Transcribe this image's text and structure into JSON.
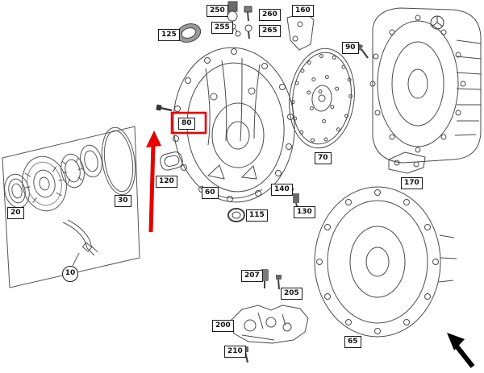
{
  "diagram": {
    "type": "exploded-parts-diagram",
    "highlight": {
      "part_label": "80",
      "color": "#e60000"
    },
    "parts": [
      {
        "label": "250"
      },
      {
        "label": "255"
      },
      {
        "label": "260"
      },
      {
        "label": "265"
      },
      {
        "label": "160"
      },
      {
        "label": "125"
      },
      {
        "label": "90"
      },
      {
        "label": "80",
        "highlighted": true
      },
      {
        "label": "120"
      },
      {
        "label": "60"
      },
      {
        "label": "115"
      },
      {
        "label": "140"
      },
      {
        "label": "130"
      },
      {
        "label": "70"
      },
      {
        "label": "170"
      },
      {
        "label": "30"
      },
      {
        "label": "20"
      },
      {
        "label": "10"
      },
      {
        "label": "207"
      },
      {
        "label": "205"
      },
      {
        "label": "200"
      },
      {
        "label": "210"
      },
      {
        "label": "65"
      }
    ]
  }
}
